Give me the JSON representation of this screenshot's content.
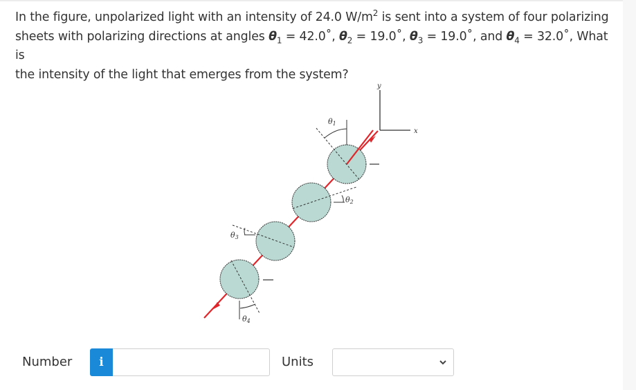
{
  "question": {
    "line1_pre": "In the figure, unpolarized light with an intensity of 24.0 W/m",
    "line1_sup": "2",
    "line1_post": " is sent into a system of four polarizing",
    "line2_pre": "sheets with polarizing directions at angles ",
    "theta": "θ",
    "t1_sub": "1",
    "t1_val": " = 42.0˚, ",
    "t2_sub": "2",
    "t2_val": " = 19.0˚, ",
    "t3_sub": "3",
    "t3_val": " = 19.0˚, and ",
    "t4_sub": "4",
    "t4_val": " = 32.0˚, What is",
    "line3": "the intensity of the light that emerges from the system?"
  },
  "figure": {
    "axis_y_label": "y",
    "axis_x_label": "x",
    "theta1_label": "θ",
    "theta1_sub": "1",
    "theta2_label": "θ",
    "theta2_sub": "2",
    "theta3_label": "θ",
    "theta3_sub": "3",
    "theta4_label": "θ",
    "theta4_sub": "4",
    "sheet_color": "#b9d9d2",
    "beam_color": "#e0262b"
  },
  "answer": {
    "number_label": "Number",
    "info_icon": "i",
    "number_value": "",
    "units_label": "Units",
    "units_selected": "",
    "info_color": "#1a8ad8"
  }
}
